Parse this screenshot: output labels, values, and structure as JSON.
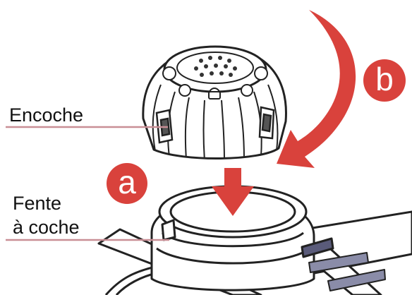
{
  "labels": {
    "notch": "Encoche",
    "slot_line1": "Fente",
    "slot_line2": "à coche"
  },
  "badges": {
    "a": "a",
    "b": "b"
  },
  "colors": {
    "accent_red": "#d9423c",
    "leader_line": "#c98f96",
    "outline": "#222222",
    "background": "#ffffff"
  },
  "icons": {
    "cap": "perforated-dome-cap",
    "base": "round-mount-base",
    "push_arrow": "arrow-down",
    "rotate_arrow": "curved-arrow-clockwise"
  }
}
